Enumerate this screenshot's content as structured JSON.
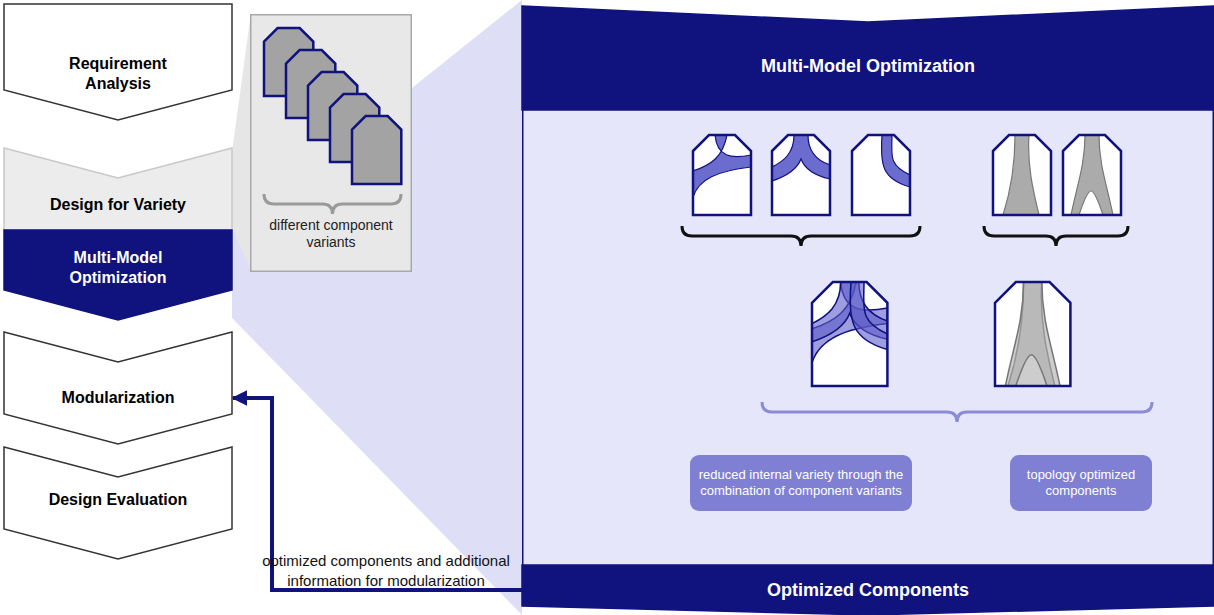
{
  "diagram": {
    "nodes": [
      {
        "text": [
          "Requirement Analysis"
        ]
      },
      {
        "text": [
          "Design for Variety"
        ]
      },
      {
        "text": [
          "Multi-Model Optimization"
        ]
      },
      {
        "text": [
          "Modularization"
        ]
      },
      {
        "text": [
          "Design Evaluation"
        ]
      },
      {
        "text": [
          "different component variants"
        ]
      },
      {
        "text": [
          "Multi-Model Optimization",
          "Optimized Components"
        ]
      },
      {
        "text": [
          "reduced internal variety through the combination of component variants"
        ],
        "in": 6
      },
      {
        "text": [
          "topology optimized components"
        ],
        "in": 6
      }
    ],
    "edges": [
      {
        "from": 6,
        "to": 3,
        "arrow": "to",
        "label": "optimized components and additional information for modularization"
      }
    ]
  }
}
